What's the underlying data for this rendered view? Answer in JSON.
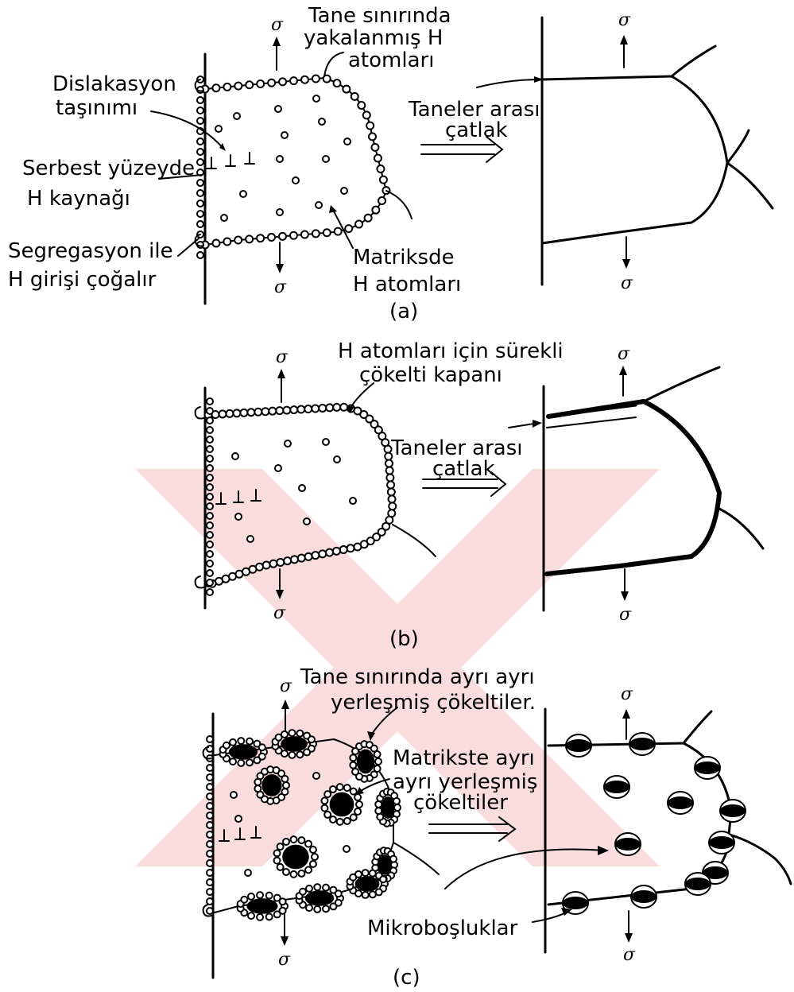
{
  "watermark_color": "#f4c0c0",
  "sigma": "σ",
  "panel_a": {
    "caption": "(a)",
    "label_trapped_line1": "Tane sınırında",
    "label_trapped_line2": "yakalanmış H",
    "label_trapped_line3": "atomları",
    "label_dislocation_line1": "Dislakasyon",
    "label_dislocation_line2": "taşınımı",
    "label_free_surface_line1": "Serbest yüzeyde",
    "label_free_surface_line2": "H kaynağı",
    "label_segregation_line1": "Segregasyon ile",
    "label_segregation_line2": "H girişi çoğalır",
    "label_matrix_line1": "Matriksde",
    "label_matrix_line2": "H atomları",
    "label_crack_line1": "Taneler arası",
    "label_crack_line2": "çatlak"
  },
  "panel_b": {
    "caption": "(b)",
    "label_trap_line1": "H atomları için sürekli",
    "label_trap_line2": "çökelti kapanı",
    "label_crack_line1": "Taneler arası",
    "label_crack_line2": "çatlak"
  },
  "panel_c": {
    "caption": "(c)",
    "label_boundary_line1": "Tane sınırında ayrı ayrı",
    "label_boundary_line2": "yerleşmiş çökeltiler.",
    "label_matrix_line1": "Matrikste ayrı",
    "label_matrix_line2": "ayrı yerleşmiş",
    "label_matrix_line3": "çökeltiler",
    "label_microvoids": "Mikroboşluklar"
  }
}
